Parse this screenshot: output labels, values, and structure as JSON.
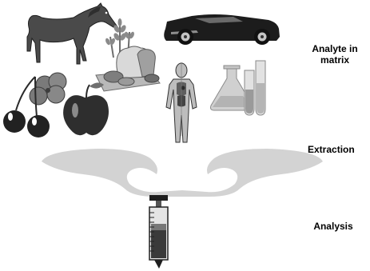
{
  "labels": {
    "analyte_in_matrix": "Analyte in matrix",
    "extraction": "Extraction",
    "analysis": "Analysis"
  },
  "icons": [
    "horse-icon",
    "sports-car-icon",
    "wheat-icon",
    "bread-icon",
    "human-body-icon",
    "lab-flask-icon",
    "test-tube-icon",
    "cherries-icon",
    "apple-icon",
    "clover-leaf-icon",
    "funnel-arrow-icon",
    "syringe-icon"
  ],
  "colors": {
    "icon_dark": "#333333",
    "icon_mid": "#7a7a7a",
    "icon_light": "#b5b5b5",
    "funnel": "#d3d3d3",
    "label": "#000000"
  }
}
